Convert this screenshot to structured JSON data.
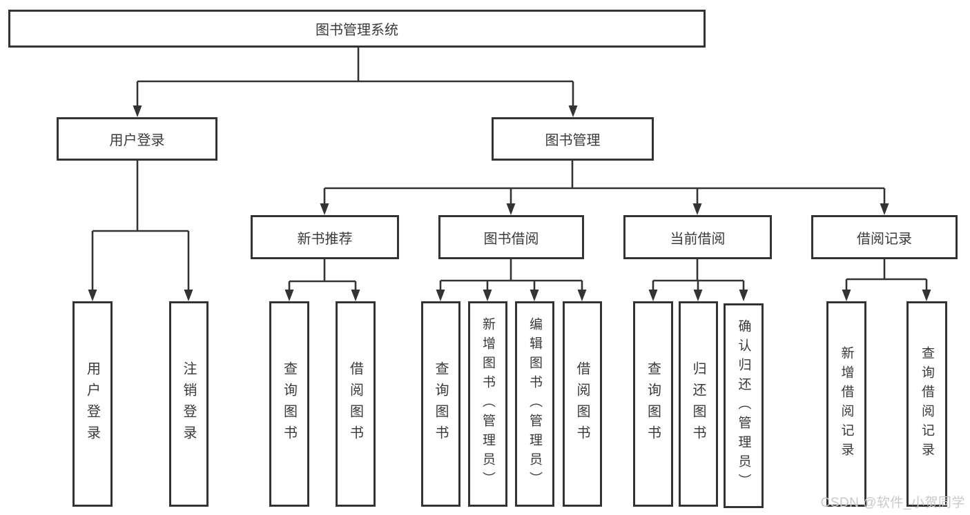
{
  "diagram": {
    "root": {
      "label": "图书管理系统",
      "children": [
        {
          "label": "用户登录",
          "children": [
            {
              "label": "用户登录"
            },
            {
              "label": "注销登录"
            }
          ]
        },
        {
          "label": "图书管理",
          "children": [
            {
              "label": "新书推荐",
              "children": [
                {
                  "label": "查询图书"
                },
                {
                  "label": "借阅图书"
                }
              ]
            },
            {
              "label": "图书借阅",
              "children": [
                {
                  "label": "查询图书"
                },
                {
                  "label": "新增图书（管理员）"
                },
                {
                  "label": "编辑图书（管理员）"
                },
                {
                  "label": "借阅图书"
                }
              ]
            },
            {
              "label": "当前借阅",
              "children": [
                {
                  "label": "查询图书"
                },
                {
                  "label": "归还图书"
                },
                {
                  "label": "确认归还（管理员）"
                }
              ]
            },
            {
              "label": "借阅记录",
              "children": [
                {
                  "label": "新增借阅记录"
                },
                {
                  "label": "查询借阅记录"
                }
              ]
            }
          ]
        }
      ]
    }
  },
  "watermark": {
    "text": "CSDN @软件_小贺同学"
  },
  "colors": {
    "line": "#333333",
    "box_border": "#333333",
    "text": "#3a3a3a",
    "watermark_text": "#c9c9c9",
    "background": "#ffffff"
  }
}
